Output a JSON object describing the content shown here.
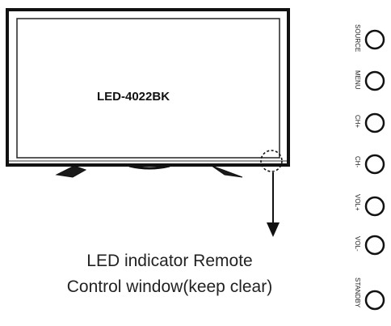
{
  "tv": {
    "model": "LED-4022BK"
  },
  "callout": {
    "line1": "LED indicator Remote",
    "line2": "Control window(keep clear)"
  },
  "side_buttons": [
    {
      "label": "SOURCE"
    },
    {
      "label": "MENU"
    },
    {
      "label": "CH+"
    },
    {
      "label": "CH-"
    },
    {
      "label": "VOL+"
    },
    {
      "label": "VOL-"
    },
    {
      "label": "STANDBY"
    }
  ]
}
